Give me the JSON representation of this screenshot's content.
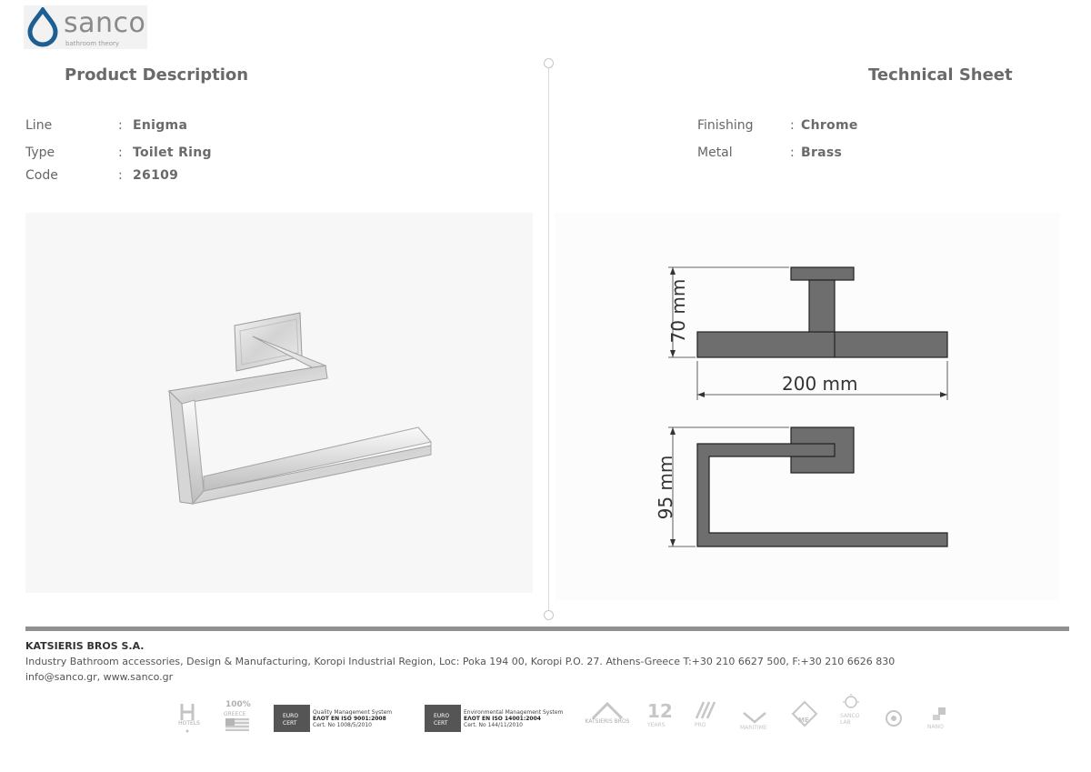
{
  "brand": {
    "name": "sanco",
    "tagline": "bathroom theory",
    "accent": "#1d5f93"
  },
  "left": {
    "title": "Product Description",
    "specs": [
      {
        "label": "Line",
        "value": "Enigma"
      },
      {
        "label": "Type",
        "value": "Toilet Ring"
      },
      {
        "label": "Code",
        "value": "26109"
      }
    ]
  },
  "right": {
    "title": "Technical Sheet",
    "specs": [
      {
        "label": "Finishing",
        "value": "Chrome"
      },
      {
        "label": "Metal",
        "value": "Brass"
      }
    ]
  },
  "separator": ":",
  "drawing": {
    "height": "70 mm",
    "width": "200 mm",
    "depth": "95 mm"
  },
  "footer": {
    "company": "KATSIERIS BROS S.A.",
    "address": "Industry Bathroom accessories, Design & Manufacturing, Koropi Industrial Region, Loc: Poka 194 00, Koropi P.O. 27. Athens-Greece   T:+30 210 6627 500, F:+30 210 6626 830",
    "contact": "info@sanco.gr, www.sanco.gr"
  },
  "certs": {
    "hotels": "HOTELS",
    "greece_top": "100%",
    "greece_bottom": "GREECE",
    "qms_title": "Quality Management System",
    "qms_std": "ΕΛΟΤ ΕΝ ISO 9001:2008",
    "qms_cert": "Cert. No 1008/5/2010",
    "ems_title": "Environmental Management System",
    "ems_std": "ΕΛΟΤ ΕΝ ISO 14001:2004",
    "ems_cert": "Cert. No 144/11/2010",
    "euro": "EURO",
    "cert": "CERT",
    "katsieris": "KATSIERIS BROS",
    "years_num": "12",
    "years": "YEARS",
    "pro": "PRO",
    "maritime": "MARITIME",
    "me": "ME",
    "sanco_lab": "SANCO LAB",
    "nano": "NANO"
  }
}
